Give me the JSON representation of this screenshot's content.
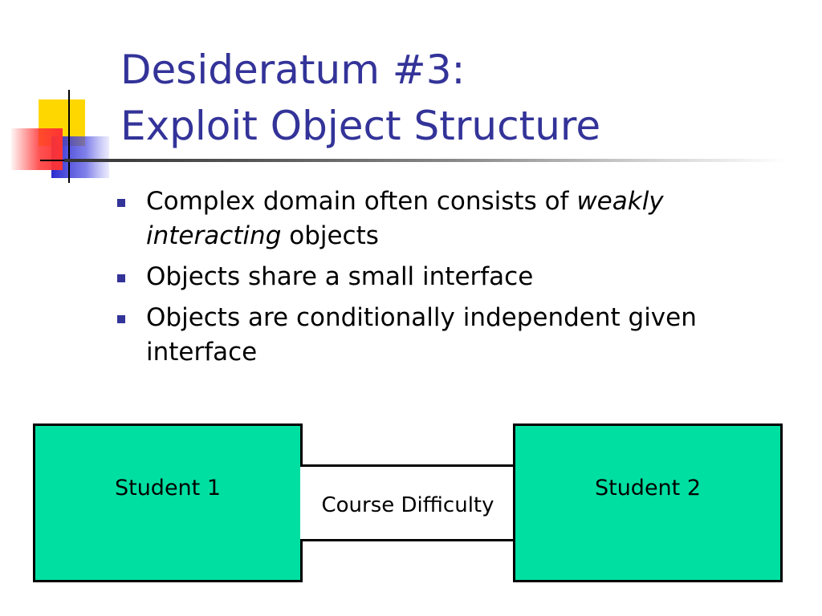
{
  "slide": {
    "title_line_1": "Desideratum #3:",
    "title_line_2": "Exploit Object Structure"
  },
  "bullets": [
    {
      "before": "Complex domain often consists of ",
      "emphasis": "weakly interacting",
      "after": " objects"
    },
    {
      "text": "Objects share a small interface"
    },
    {
      "text": "Objects are conditionally independent given interface"
    }
  ],
  "diagram": {
    "left_box": "Student 1",
    "middle_box": "Course Difficulty",
    "right_box": "Student 2"
  },
  "colors": {
    "title": "#333399",
    "bullet_marker": "#333399",
    "student_box_fill": "#00dfa2",
    "logo_yellow": "#ffd700",
    "logo_blue": "#3333cc",
    "logo_red": "#ff3333"
  }
}
